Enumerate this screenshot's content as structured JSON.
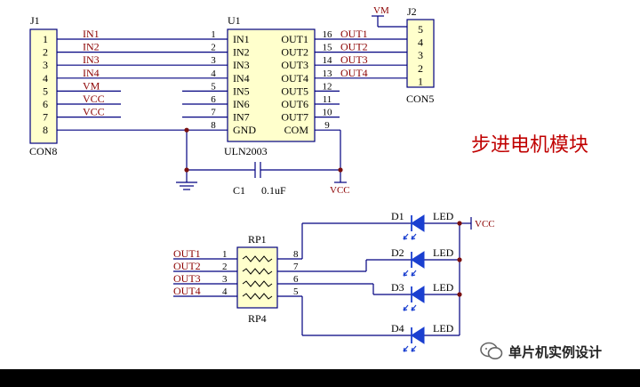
{
  "title": "步进电机模块",
  "j1": {
    "ref": "J1",
    "part": "CON8",
    "pins": [
      "1",
      "2",
      "3",
      "4",
      "5",
      "6",
      "7",
      "8"
    ],
    "nets": [
      "IN1",
      "IN2",
      "IN3",
      "IN4",
      "VM",
      "VCC",
      "VCC"
    ]
  },
  "u1": {
    "ref": "U1",
    "part": "ULN2003",
    "left_pins": [
      "1",
      "2",
      "3",
      "4",
      "5",
      "6",
      "7",
      "8"
    ],
    "left_names": [
      "IN1",
      "IN2",
      "IN3",
      "IN4",
      "IN5",
      "IN6",
      "IN7",
      "GND"
    ],
    "right_pins": [
      "16",
      "15",
      "14",
      "13",
      "12",
      "11",
      "10",
      "9"
    ],
    "right_names": [
      "OUT1",
      "OUT2",
      "OUT3",
      "OUT4",
      "OUT5",
      "OUT6",
      "OUT7",
      "COM"
    ]
  },
  "out_nets": [
    "OUT1",
    "OUT2",
    "OUT3",
    "OUT4"
  ],
  "j2": {
    "ref": "J2",
    "part": "CON5",
    "pins": [
      "5",
      "4",
      "3",
      "2",
      "1"
    ],
    "power": "VM"
  },
  "c1": {
    "ref": "C1",
    "value": "0.1uF",
    "net": "VCC"
  },
  "rp": {
    "ref_top": "RP1",
    "ref_bottom": "RP4",
    "left_pins": [
      "1",
      "2",
      "3",
      "4"
    ],
    "right_pins": [
      "8",
      "7",
      "6",
      "5"
    ],
    "nets": [
      "OUT1",
      "OUT2",
      "OUT3",
      "OUT4"
    ]
  },
  "leds": [
    {
      "ref": "D1",
      "label": "LED"
    },
    {
      "ref": "D2",
      "label": "LED"
    },
    {
      "ref": "D3",
      "label": "LED"
    },
    {
      "ref": "D4",
      "label": "LED"
    }
  ],
  "led_power": "VCC",
  "watermark": "单片机实例设计",
  "colors": {
    "net": "#000080",
    "label": "#8b0000",
    "text": "#000000",
    "title": "#c00000",
    "led": "#1a3fd0",
    "junction": "#7a1010",
    "paper": "#ffffff"
  }
}
